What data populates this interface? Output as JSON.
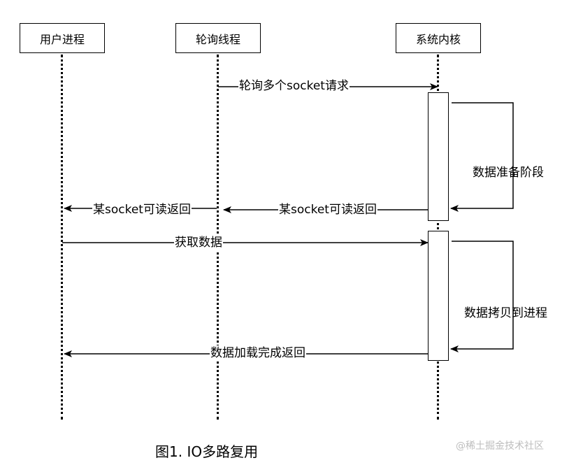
{
  "participants": {
    "user_process": "用户进程",
    "polling_thread": "轮询线程",
    "kernel": "系统内核"
  },
  "messages": {
    "poll_sockets": "轮询多个socket请求",
    "data_prep": "数据准备阶段",
    "socket_readable_to_poller": "某socket可读返回",
    "socket_readable_to_user": "某socket可读返回",
    "fetch_data": "获取数据",
    "copy_data": "数据拷贝到进程",
    "load_done": "数据加载完成返回"
  },
  "caption": "图1. IO多路复用",
  "watermark": "@稀土掘金技术社区"
}
